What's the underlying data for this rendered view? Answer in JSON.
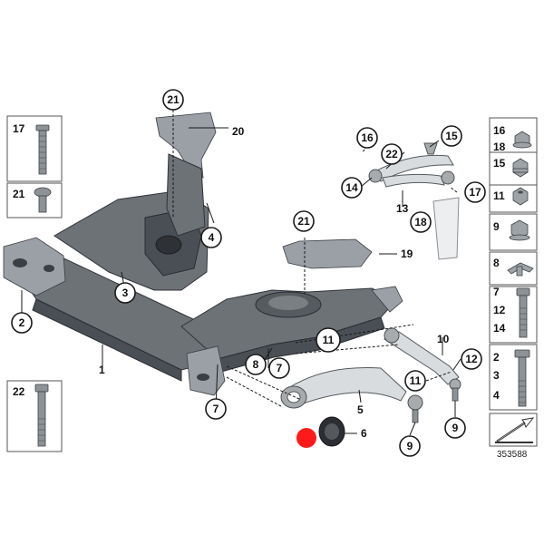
{
  "callouts": {
    "c21a": "21",
    "c20": "20",
    "c4": "4",
    "c3": "3",
    "c2": "2",
    "c1": "1",
    "c7a": "7",
    "c8": "8",
    "c7b": "7",
    "c11a": "11",
    "c21b": "21",
    "c19": "19",
    "c16": "16",
    "c22": "22",
    "c15": "15",
    "c14": "14",
    "c13": "13",
    "c17": "17",
    "c18": "18",
    "c10": "10",
    "c12": "12",
    "c11b": "11",
    "c5": "5",
    "c9a": "9",
    "c9b": "9",
    "c6": "6"
  },
  "left_boxes": [
    {
      "label": "17"
    },
    {
      "label": "21"
    },
    {
      "label": "22"
    }
  ],
  "right_boxes": [
    {
      "labels": [
        "16",
        "18"
      ]
    },
    {
      "labels": [
        "15"
      ]
    },
    {
      "labels": [
        "11"
      ]
    },
    {
      "labels": [
        "9"
      ]
    },
    {
      "labels": [
        "8"
      ]
    },
    {
      "labels": [
        "7",
        "12",
        "14"
      ]
    },
    {
      "labels": [
        "2",
        "3",
        "4"
      ]
    }
  ],
  "reference_number": "353588",
  "colors": {
    "marker": "#ff1a1a",
    "frame": "#6d7277",
    "arm": "#d9dcde"
  }
}
